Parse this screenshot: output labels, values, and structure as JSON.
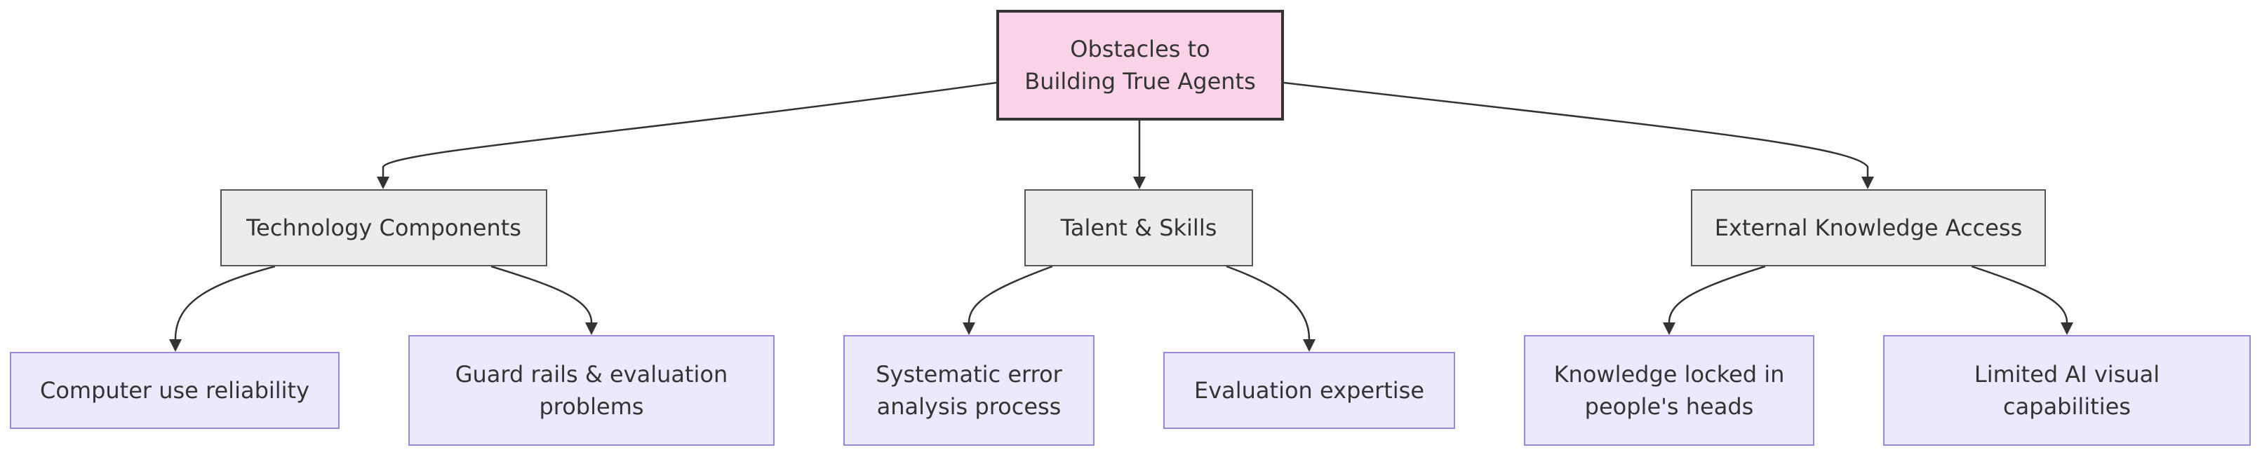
{
  "diagram": {
    "root": {
      "label": "Obstacles to\nBuilding True Agents"
    },
    "categories": [
      {
        "label": "Technology Components",
        "children": [
          {
            "label": "Computer use reliability"
          },
          {
            "label": "Guard rails & evaluation\nproblems"
          }
        ]
      },
      {
        "label": "Talent & Skills",
        "children": [
          {
            "label": "Systematic error\nanalysis process"
          },
          {
            "label": "Evaluation expertise"
          }
        ]
      },
      {
        "label": "External Knowledge Access",
        "children": [
          {
            "label": "Knowledge locked in\npeople's heads"
          },
          {
            "label": "Limited AI visual\ncapabilities"
          }
        ]
      }
    ],
    "colors": {
      "root_fill": "#fbd3e8",
      "category_fill": "#ececec",
      "leaf_fill": "#ebeafd",
      "leaf_border": "#9c87d6",
      "edge": "#333333"
    }
  }
}
